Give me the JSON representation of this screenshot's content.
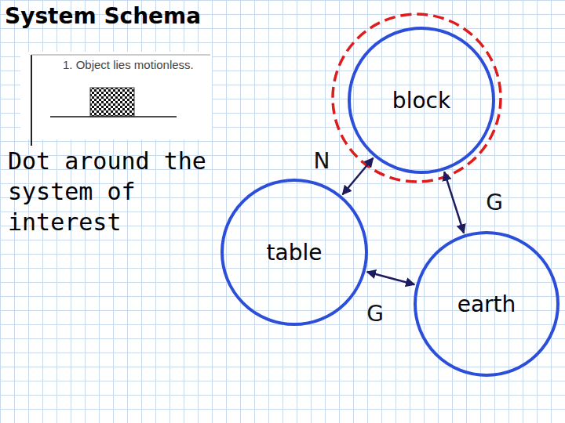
{
  "diagram": {
    "title": "System Schema",
    "nodes": [
      {
        "text": [
          "block"
        ]
      },
      {
        "text": [
          "table"
        ]
      },
      {
        "text": [
          "earth"
        ]
      }
    ],
    "edges": [
      {
        "from": 0,
        "to": 1,
        "label": "N",
        "arrow": "both"
      },
      {
        "from": 0,
        "to": 2,
        "label": "G",
        "arrow": "both"
      },
      {
        "from": 1,
        "to": 2,
        "label": "G",
        "arrow": "both"
      }
    ],
    "labels": [
      "1. Object lies motionless.",
      "Dot around the system of interest"
    ]
  }
}
